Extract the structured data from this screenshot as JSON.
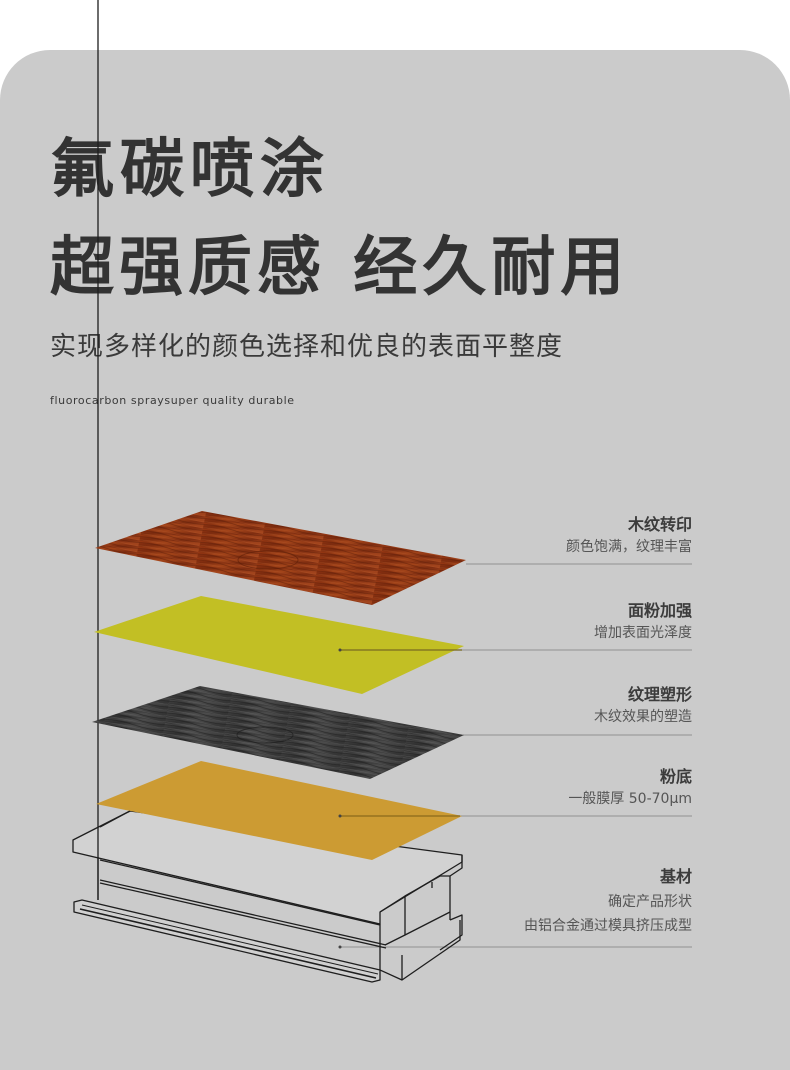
{
  "header": {
    "title_line1": "氟碳喷涂",
    "title_line2": "超强质感 经久耐用",
    "subtitle": "实现多样化的颜色选择和优良的表面平整度",
    "english": "fluorocarbon spraysuper quality durable"
  },
  "colors": {
    "background": "#ffffff",
    "card": "#cbcbcb",
    "title": "#333333",
    "wood_layer": "#8e3414",
    "yellow_layer": "#c2bf24",
    "dark_wood_layer": "#3c3c3c",
    "orange_layer": "#cc9b33",
    "leader_line": "#999999"
  },
  "layers": [
    {
      "title": "木纹转印",
      "desc": [
        "颜色饱满，纹理丰富"
      ],
      "type": "wood-grain-red"
    },
    {
      "title": "面粉加强",
      "desc": [
        "增加表面光泽度"
      ],
      "type": "yellow-topcoat"
    },
    {
      "title": "纹理塑形",
      "desc": [
        "木纹效果的塑造"
      ],
      "type": "wood-grain-dark"
    },
    {
      "title": "粉底",
      "desc": [
        "一般膜厚 50-70μm"
      ],
      "type": "orange-primer"
    },
    {
      "title": "基材",
      "desc": [
        "确定产品形状",
        "由铝合金通过模具挤压成型"
      ],
      "type": "aluminum-profile"
    }
  ]
}
